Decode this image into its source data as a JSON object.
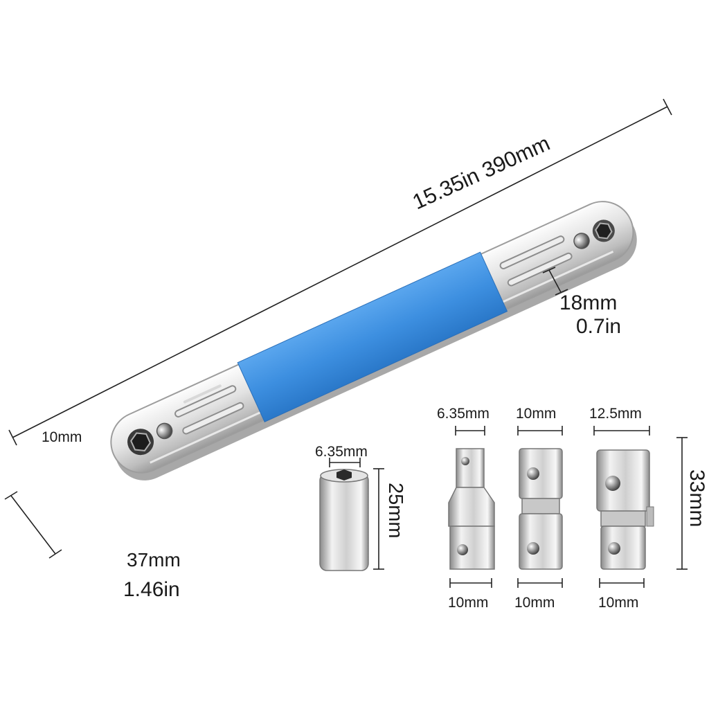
{
  "labels": {
    "overall_length": "15.35in 390mm",
    "grip_width_mm": "18mm",
    "grip_width_in": "0.7in",
    "hex_socket": "10mm",
    "end_width_mm": "37mm",
    "end_width_in": "1.46in",
    "bit_socket_diameter": "6.35mm",
    "bit_socket_length": "25mm",
    "adapter_a_top": "6.35mm",
    "adapter_b_top": "10mm",
    "adapter_c_top": "12.5mm",
    "adapter_a_bottom": "10mm",
    "adapter_b_bottom": "10mm",
    "adapter_c_bottom": "10mm",
    "adapter_length": "33mm"
  },
  "colors": {
    "grip_blue": "#3d8fe0",
    "chrome_light": "#f4f4f4",
    "chrome_mid": "#cfcfcf",
    "chrome_dark": "#8e8e8e",
    "dimension_line": "#222222"
  }
}
